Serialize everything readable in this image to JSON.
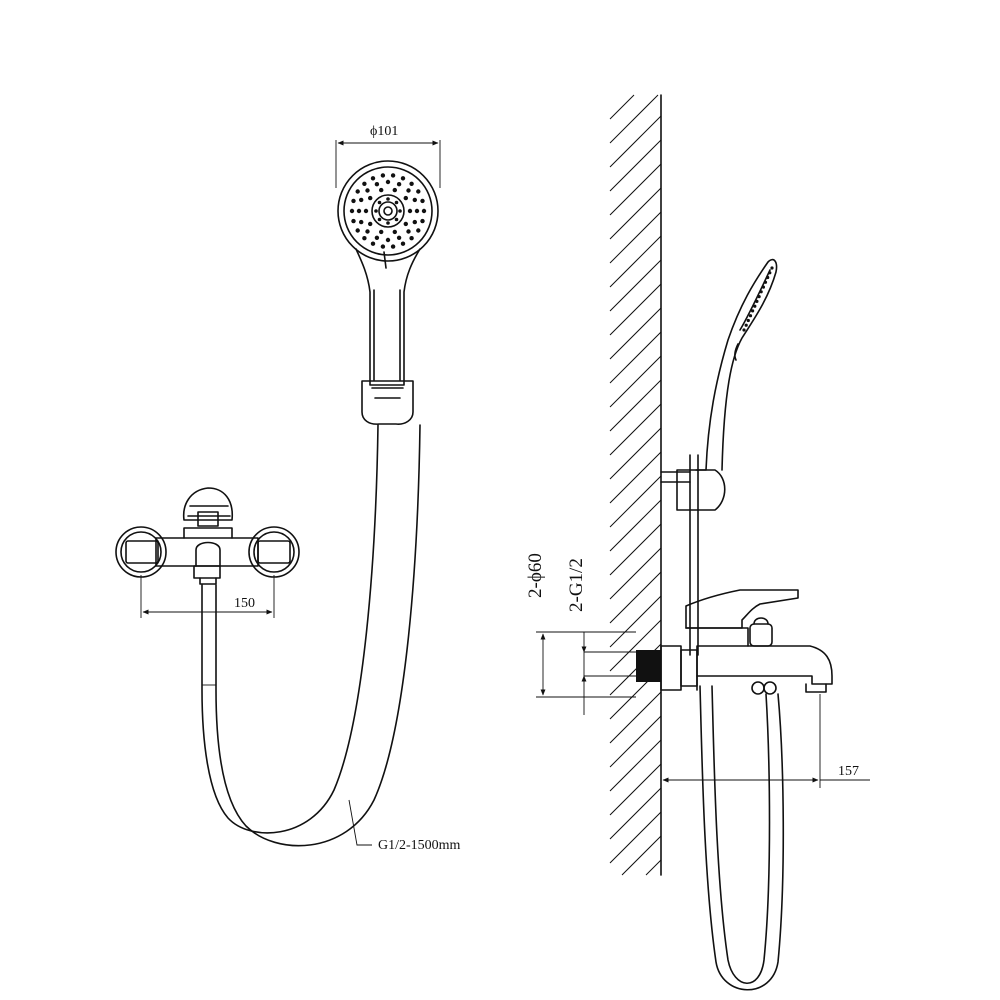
{
  "dimensions": {
    "shower_head_diameter": "ϕ101",
    "centers_distance": "150",
    "hose_spec": "G1/2-1500mm",
    "flange_diameter": "2-ϕ60",
    "thread_size": "2-G1/2",
    "spout_projection": "157"
  },
  "colors": {
    "line": "#111111",
    "background": "#ffffff"
  }
}
